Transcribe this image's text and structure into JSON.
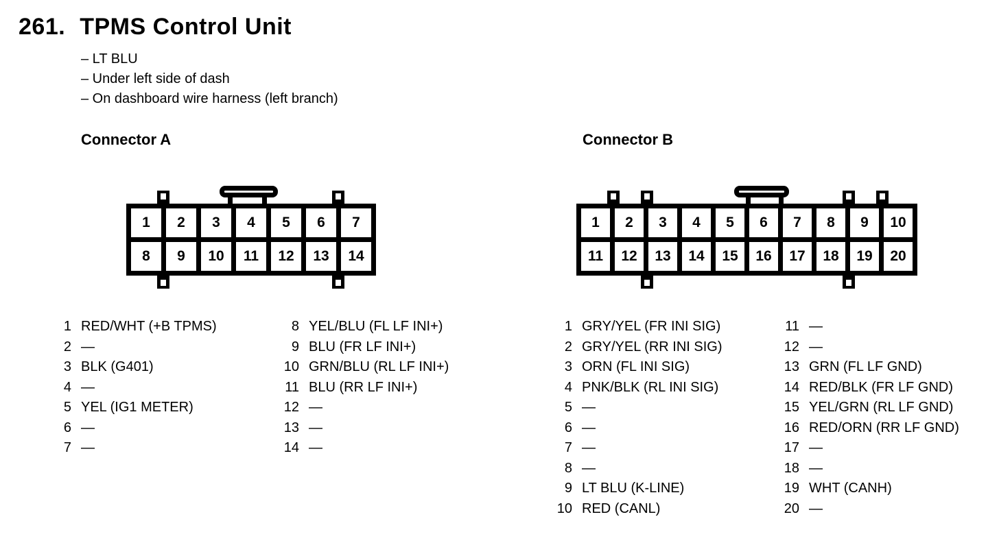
{
  "colors": {
    "ink": "#000000",
    "paper": "#ffffff"
  },
  "title": {
    "number": "261.",
    "name": "TPMS Control Unit"
  },
  "notes": [
    "– LT BLU",
    "– Under left side of dash",
    "– On dashboard wire harness (left branch)"
  ],
  "connector_a": {
    "title": "Connector A",
    "pin_rows": [
      [
        "1",
        "2",
        "3",
        "4",
        "5",
        "6",
        "7"
      ],
      [
        "8",
        "9",
        "10",
        "11",
        "12",
        "13",
        "14"
      ]
    ],
    "pins_col1": [
      {
        "n": "1",
        "label": "RED/WHT (+B TPMS)"
      },
      {
        "n": "2",
        "label": "—"
      },
      {
        "n": "3",
        "label": "BLK (G401)"
      },
      {
        "n": "4",
        "label": "—"
      },
      {
        "n": "5",
        "label": "YEL (IG1 METER)"
      },
      {
        "n": "6",
        "label": "—"
      },
      {
        "n": "7",
        "label": "—"
      }
    ],
    "pins_col2": [
      {
        "n": "8",
        "label": "YEL/BLU (FL LF INI+)"
      },
      {
        "n": "9",
        "label": "BLU (FR LF INI+)"
      },
      {
        "n": "10",
        "label": "GRN/BLU (RL LF INI+)"
      },
      {
        "n": "11",
        "label": "BLU (RR LF INI+)"
      },
      {
        "n": "12",
        "label": "—"
      },
      {
        "n": "13",
        "label": "—"
      },
      {
        "n": "14",
        "label": "—"
      }
    ]
  },
  "connector_b": {
    "title": "Connector B",
    "pin_rows": [
      [
        "1",
        "2",
        "3",
        "4",
        "5",
        "6",
        "7",
        "8",
        "9",
        "10"
      ],
      [
        "11",
        "12",
        "13",
        "14",
        "15",
        "16",
        "17",
        "18",
        "19",
        "20"
      ]
    ],
    "pins_col1": [
      {
        "n": "1",
        "label": "GRY/YEL (FR INI SIG)"
      },
      {
        "n": "2",
        "label": "GRY/YEL (RR INI SIG)"
      },
      {
        "n": "3",
        "label": "ORN (FL INI SIG)"
      },
      {
        "n": "4",
        "label": "PNK/BLK (RL INI SIG)"
      },
      {
        "n": "5",
        "label": "—"
      },
      {
        "n": "6",
        "label": "—"
      },
      {
        "n": "7",
        "label": "—"
      },
      {
        "n": "8",
        "label": "—"
      },
      {
        "n": "9",
        "label": "LT BLU (K-LINE)"
      },
      {
        "n": "10",
        "label": "RED (CANL)"
      }
    ],
    "pins_col2": [
      {
        "n": "11",
        "label": "—"
      },
      {
        "n": "12",
        "label": "—"
      },
      {
        "n": "13",
        "label": "GRN (FL LF GND)"
      },
      {
        "n": "14",
        "label": "RED/BLK (FR LF GND)"
      },
      {
        "n": "15",
        "label": "YEL/GRN (RL LF GND)"
      },
      {
        "n": "16",
        "label": "RED/ORN (RR LF GND)"
      },
      {
        "n": "17",
        "label": "—"
      },
      {
        "n": "18",
        "label": "—"
      },
      {
        "n": "19",
        "label": "WHT (CANH)"
      },
      {
        "n": "20",
        "label": "—"
      }
    ]
  }
}
